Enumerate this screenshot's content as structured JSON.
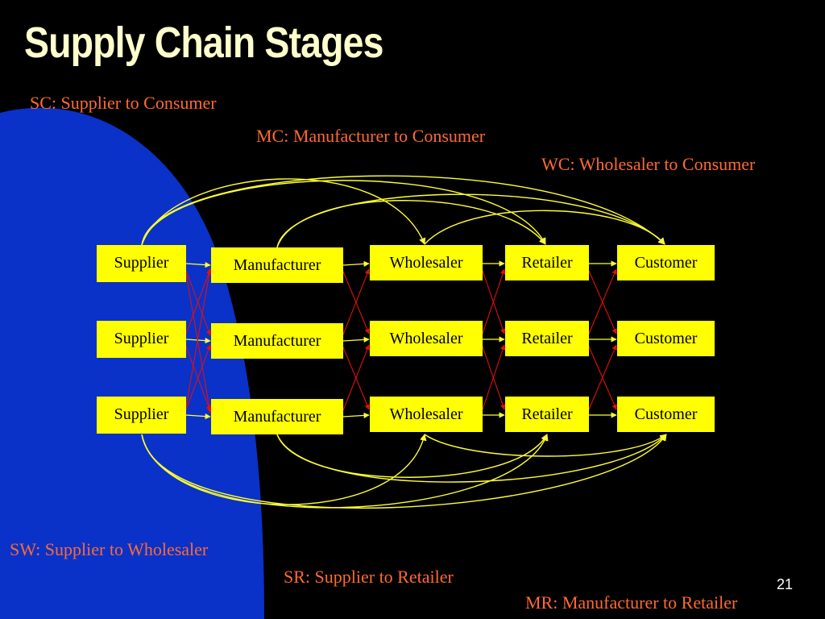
{
  "slide": {
    "title": "Supply Chain Stages",
    "number": "21"
  },
  "colors": {
    "background": "#000000",
    "blob": "#0a32c8",
    "title": "#ffffcc",
    "annotation": "#ff6a33",
    "node_fill": "#ffff00",
    "curve": "#ffff33",
    "cross_link": "#e01010"
  },
  "annotations": {
    "sc": "SC: Supplier to Consumer",
    "mc": "MC: Manufacturer to Consumer",
    "wc": "WC: Wholesaler to Consumer",
    "sw": "SW: Supplier to Wholesaler",
    "sr": "SR: Supplier to Retailer",
    "mr": "MR: Manufacturer to Retailer"
  },
  "stages": {
    "supplier": [
      "Supplier",
      "Supplier",
      "Supplier"
    ],
    "manufacturer": [
      "Manufacturer",
      "Manufacturer",
      "Manufacturer"
    ],
    "wholesaler": [
      "Wholesaler",
      "Wholesaler",
      "Wholesaler"
    ],
    "retailer": [
      "Retailer",
      "Retailer",
      "Retailer"
    ],
    "customer": [
      "Customer",
      "Customer",
      "Customer"
    ]
  }
}
